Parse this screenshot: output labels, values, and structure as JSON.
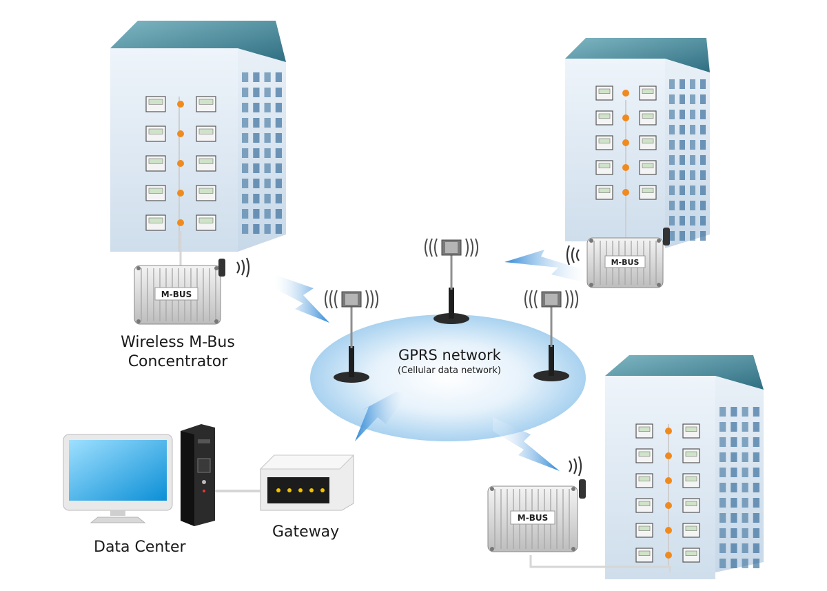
{
  "labels": {
    "concentrator_line1": "Wireless M-Bus",
    "concentrator_line2": "Concentrator",
    "gprs_title": "GPRS network",
    "gprs_subtitle": "(Cellular data network)",
    "gateway": "Gateway",
    "data_center": "Data Center",
    "mbus_box_1": "M-BUS",
    "mbus_box_2": "M-BUS",
    "mbus_box_3": "M-BUS"
  },
  "colors": {
    "building_light": "#dbe7f2",
    "building_dark": "#2d5f8c",
    "building_roof": "#3f7e8f",
    "network_cloud": "#bcdcf3",
    "signal_arrow": "#3a8fd8",
    "node_orange": "#f08a1e",
    "monitor_screen": "#19a6e8"
  },
  "icons": {
    "building": "office-building-icon",
    "concentrator": "mbus-concentrator-icon",
    "antenna": "cell-antenna-icon",
    "gateway": "gateway-router-icon",
    "computer": "desktop-computer-icon"
  }
}
